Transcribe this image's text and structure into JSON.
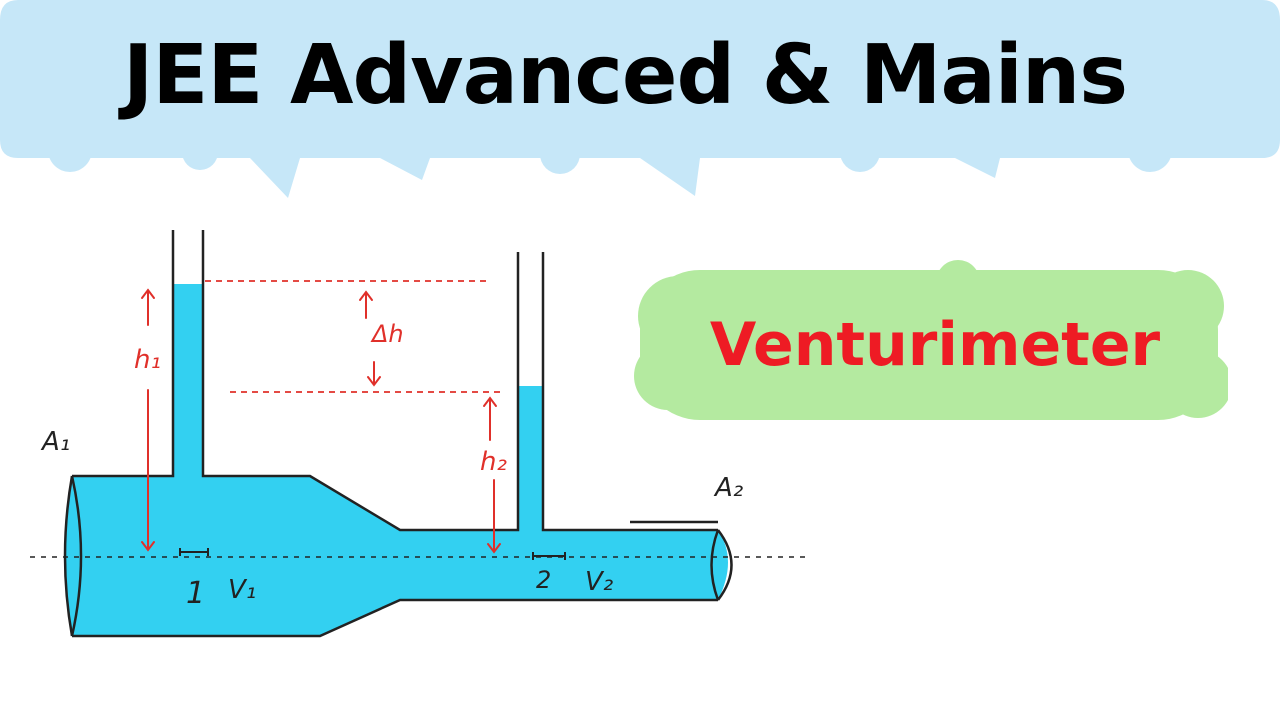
{
  "header": {
    "title": "JEE Advanced & Mains",
    "bubble_color": "#c6e7f8"
  },
  "badge": {
    "label": "Venturimeter",
    "bg_color": "#b4eaa0",
    "text_color": "#ee1b24"
  },
  "diagram": {
    "fluid_color": "#33d0f1",
    "annotation_color": "#e0302a",
    "labels": {
      "a1": "A₁",
      "a2": "A₂",
      "h1": "h₁",
      "h2": "h₂",
      "dh": "Δh",
      "point1": "1",
      "point2": "2",
      "v1": "V₁",
      "v2": "V₂"
    }
  }
}
